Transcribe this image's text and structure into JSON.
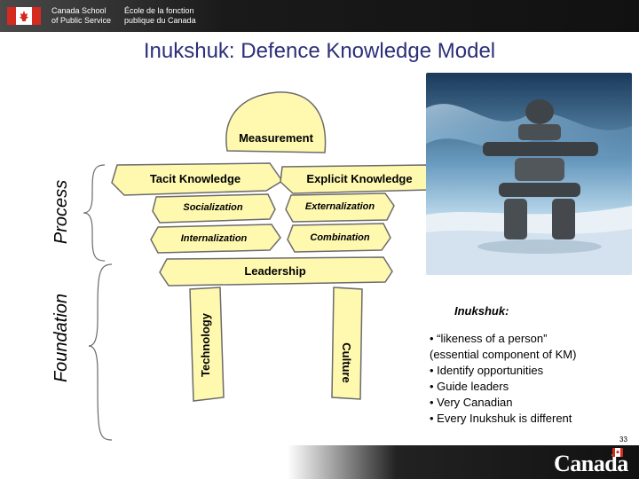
{
  "header": {
    "org_en": "Canada School\nof Public Service",
    "org_fr": "École de la fonction\npublique du Canada"
  },
  "title": "Inukshuk: Defence Knowledge Model",
  "model": {
    "measurement": "Measurement",
    "tacit": "Tacit Knowledge",
    "explicit": "Explicit Knowledge",
    "socialization": "Socialization",
    "externalization": "Externalization",
    "internalization": "Internalization",
    "combination": "Combination",
    "leadership": "Leadership",
    "technology": "Technology",
    "culture": "Culture",
    "process": "Process",
    "foundation": "Foundation"
  },
  "caption": {
    "title": "Inukshuk:",
    "bullets": [
      "• “likeness of a person”",
      "(essential component of KM)",
      "• Identify opportunities",
      "• Guide leaders",
      "• Very Canadian",
      "• Every Inukshuk is different"
    ]
  },
  "page_number": "33",
  "footer": {
    "wordmark": "Canada"
  },
  "colors": {
    "stone_fill": "#fff9b0",
    "stone_stroke": "#6b6b6b",
    "title_color": "#2c2f7a",
    "flag_red": "#d52b1e"
  },
  "icons": {
    "flag": "canada-flag-icon",
    "photo": "inukshuk-photo"
  }
}
